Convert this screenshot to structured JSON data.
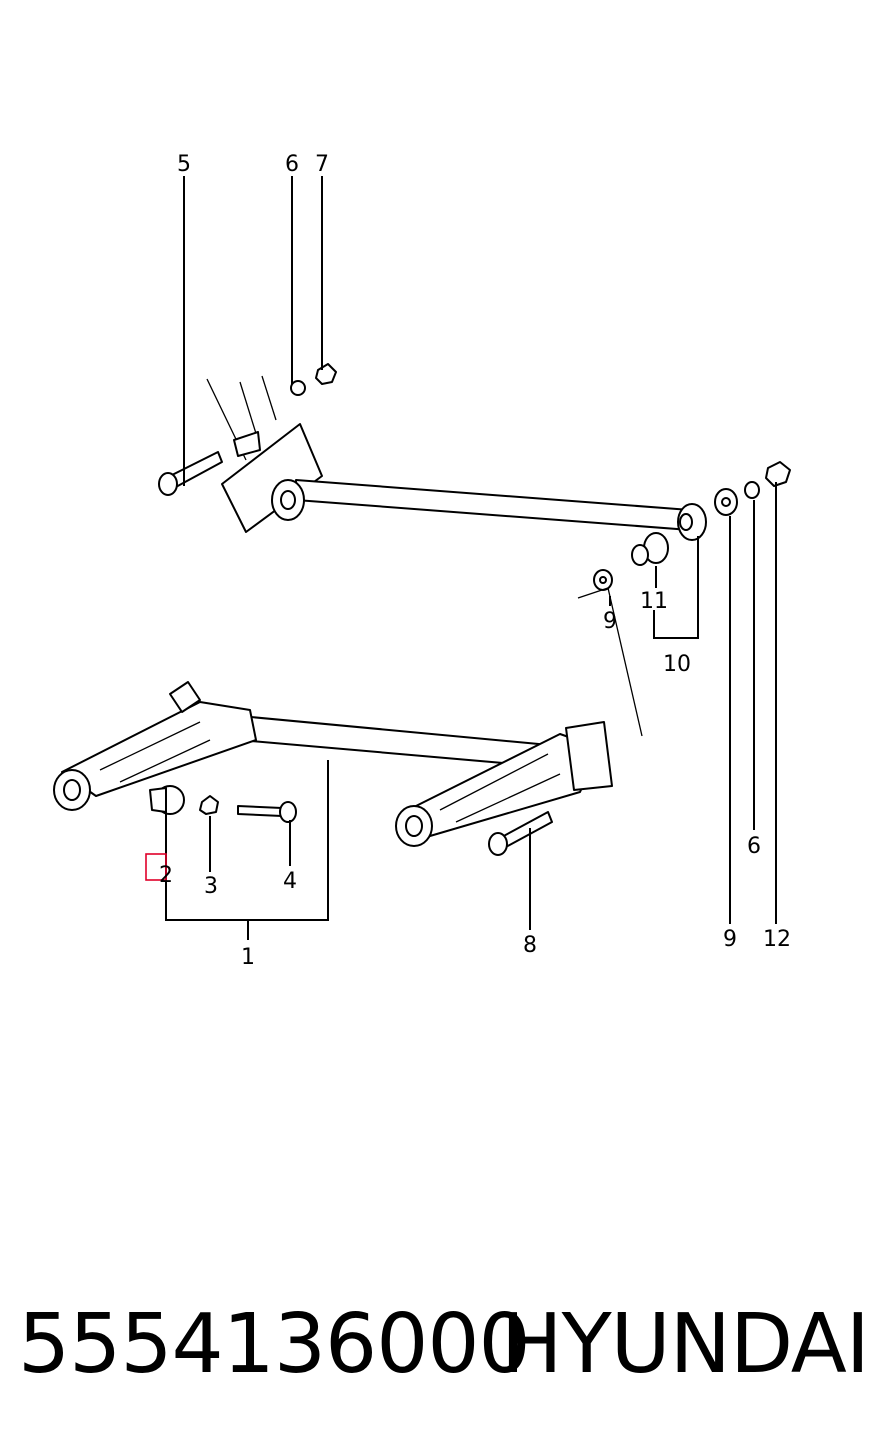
{
  "diagram": {
    "callouts": {
      "c5": "5",
      "c6a": "6",
      "c7": "7",
      "c9a": "9",
      "c11": "11",
      "c10": "10",
      "c2": "2",
      "c3": "3",
      "c4": "4",
      "c1": "1",
      "c8": "8",
      "c6b": "6",
      "c9b": "9",
      "c12": "12"
    },
    "highlight_color": "#e0002a"
  },
  "footer": {
    "part_number": "5554136000",
    "brand": "HYUNDAI"
  }
}
